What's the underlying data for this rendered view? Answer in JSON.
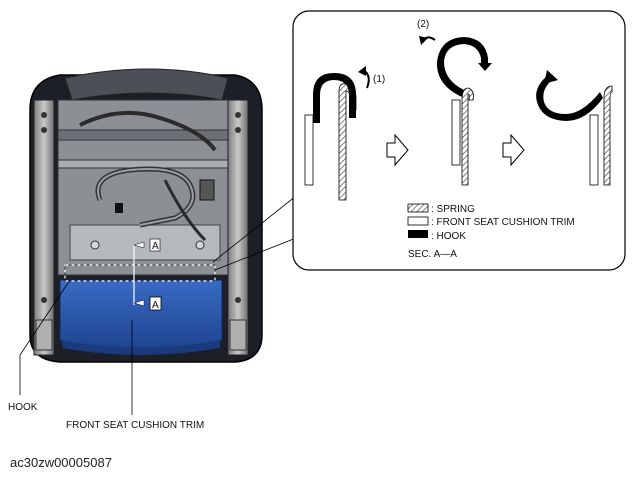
{
  "labels": {
    "hook_callout": "HOOK",
    "trim_callout": "FRONT SEAT CUSHION TRIM",
    "section_marker": "A",
    "step1": "(1)",
    "step2": "(2)"
  },
  "legend": {
    "spring": ": SPRING",
    "trim": ": FRONT SEAT CUSHION TRIM",
    "hook": ": HOOK",
    "section": "SEC. A—A"
  },
  "colors": {
    "trim_blue": "#2a56a8",
    "hook_black": "#000000",
    "frame_gray": "#9a9a9a"
  },
  "figure_id": "ac30zw00005087"
}
